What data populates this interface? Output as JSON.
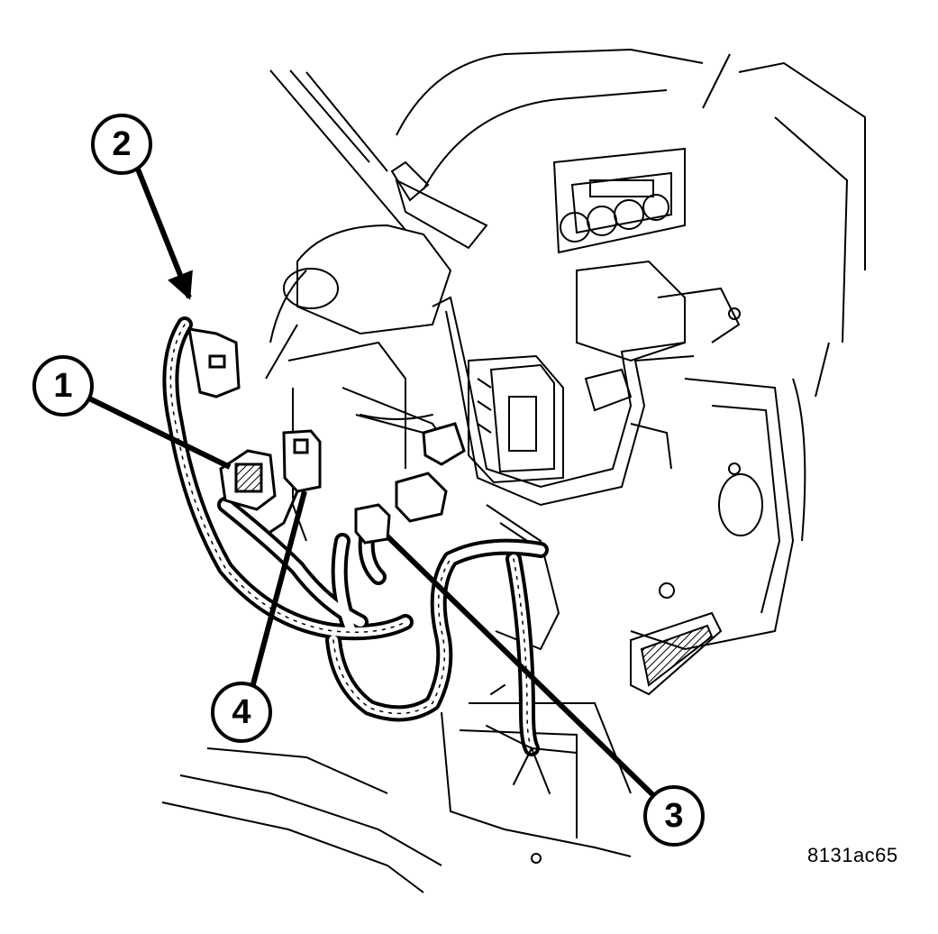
{
  "figure": {
    "id_label": "8131ac65",
    "stroke_color": "#000000",
    "background_color": "#ffffff"
  },
  "callouts": [
    {
      "label": "1"
    },
    {
      "label": "2"
    },
    {
      "label": "3"
    },
    {
      "label": "4"
    }
  ]
}
